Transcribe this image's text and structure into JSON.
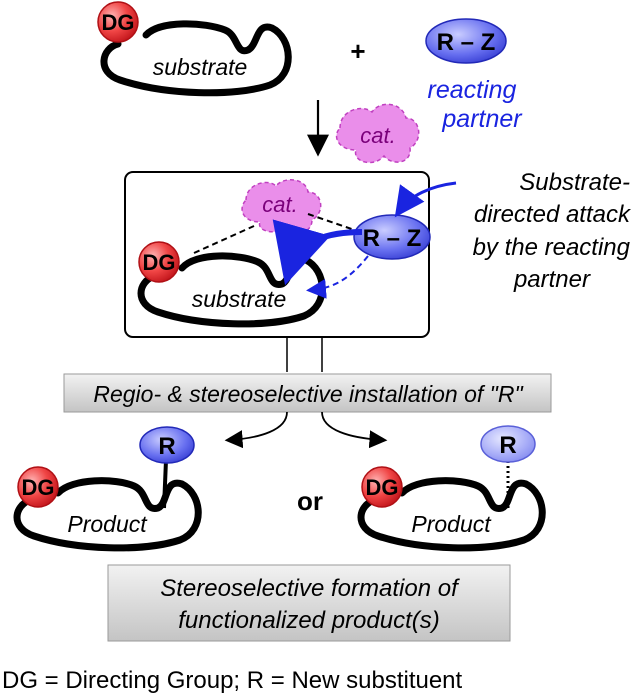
{
  "labels": {
    "dg": "DG",
    "substrate": "substrate",
    "plus": "+",
    "rz": "R – Z",
    "reacting_partner_line1": "reacting",
    "reacting_partner_line2": "partner",
    "cat": "cat.",
    "attack_line1": "Substrate-",
    "attack_line2": "directed attack",
    "attack_line3": "by the reacting",
    "attack_line4": "partner",
    "install_banner": "Regio- & stereoselective installation of \"R\"",
    "r": "R",
    "product": "Product",
    "or": "or",
    "formation_line1": "Stereoselective formation of",
    "formation_line2": "functionalized product(s)",
    "footer": "DG = Directing Group; R = New substituent"
  },
  "colors": {
    "dg_red": "#e8242a",
    "blue": "#1a24e0",
    "rz_fill": "#5b64ee",
    "cat_pink": "#e67ae6",
    "banner_gray": "#d6d6d6",
    "stroke": "#000000"
  }
}
